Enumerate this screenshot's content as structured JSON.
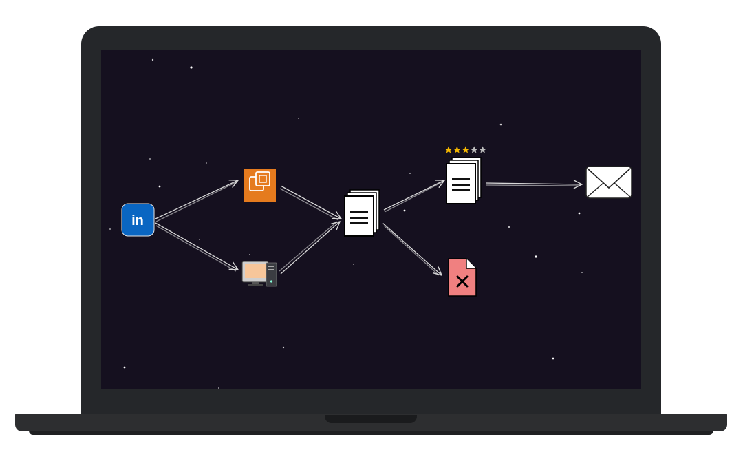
{
  "device": "laptop",
  "nodes": [
    {
      "id": "linkedin",
      "icon": "linkedin-icon",
      "text": "in",
      "color": "#0a66c2"
    },
    {
      "id": "cloud",
      "icon": "aws-compute-icon",
      "color": "#e57b1e"
    },
    {
      "id": "local",
      "icon": "desktop-computer-icon"
    },
    {
      "id": "merged",
      "icon": "document-stack-icon"
    },
    {
      "id": "rated",
      "icon": "rated-document-stack-icon",
      "rating": {
        "filled": 3,
        "total": 5,
        "color": "#f5b800",
        "empty_color": "#bdbdbd"
      }
    },
    {
      "id": "rejected",
      "icon": "rejected-document-icon",
      "color": "#f08080"
    },
    {
      "id": "email",
      "icon": "envelope-icon"
    }
  ],
  "edges": [
    {
      "from": "linkedin",
      "to": "cloud"
    },
    {
      "from": "linkedin",
      "to": "local"
    },
    {
      "from": "cloud",
      "to": "merged"
    },
    {
      "from": "local",
      "to": "merged"
    },
    {
      "from": "merged",
      "to": "rated"
    },
    {
      "from": "merged",
      "to": "rejected"
    },
    {
      "from": "rated",
      "to": "email"
    }
  ]
}
